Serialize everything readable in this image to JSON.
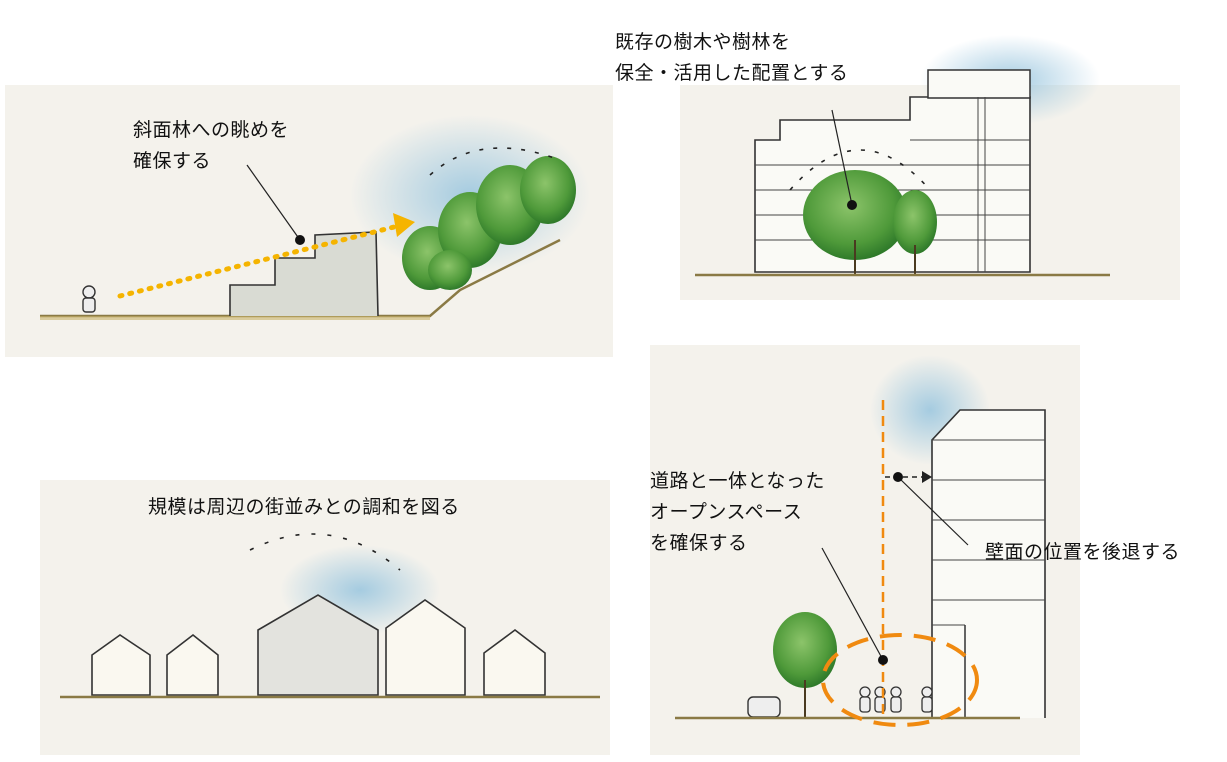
{
  "annotations": {
    "slope_forest": {
      "line1": "斜面林への眺めを",
      "line2": "確保する"
    },
    "preserve_trees": {
      "line1": "既存の樹木や樹林を",
      "line2": "保全・活用した配置とする"
    },
    "scale_harmony": {
      "line1": "規模は周辺の街並みとの調和を図る"
    },
    "open_space": {
      "line1": "道路と一体となった",
      "line2": "オープンスペース",
      "line3": "を確保する"
    },
    "setback": {
      "line1": "壁面の位置を後退する"
    }
  },
  "colors": {
    "sight_line": "#f5b400",
    "setback_line": "#f08a10",
    "tree_green": "#4f9a3a",
    "sky_blue": "#9cc7df",
    "ground": "#8a7a45",
    "paper": "#f4f2ec"
  }
}
